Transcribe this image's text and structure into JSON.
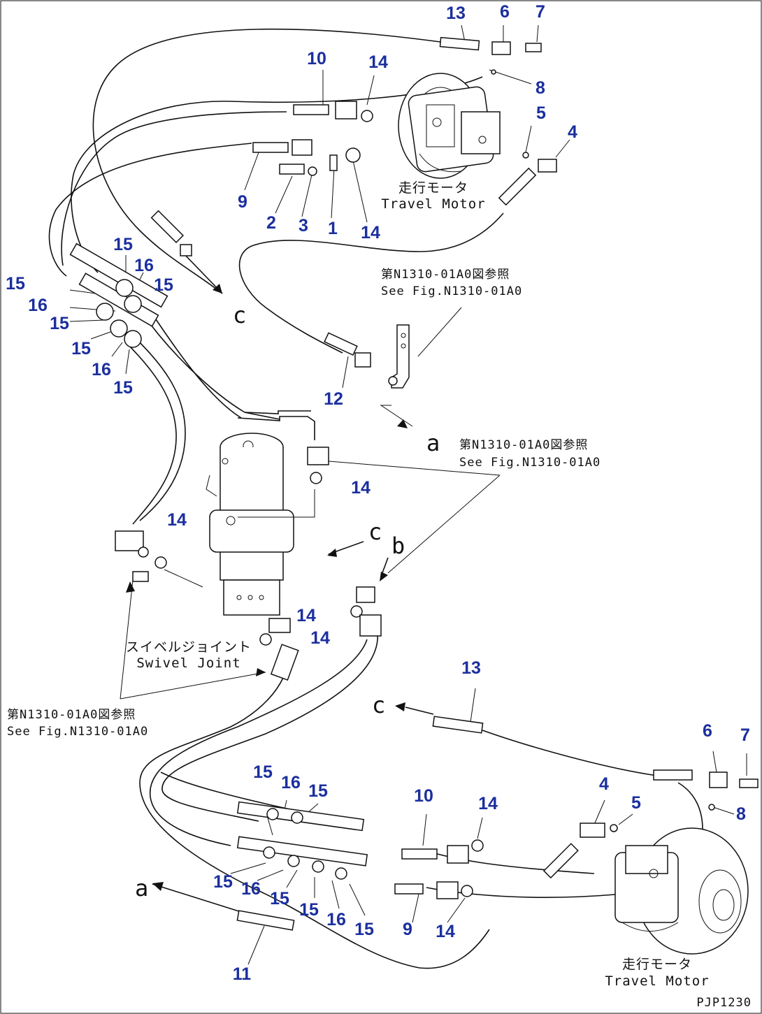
{
  "callouts": {
    "c13a": "13",
    "c6a": "6",
    "c7a": "7",
    "c10a": "10",
    "c14a": "14",
    "c8a": "8",
    "c5a": "5",
    "c4a": "4",
    "c9a": "9",
    "c2a": "2",
    "c3a": "3",
    "c1a": "1",
    "c14b": "14",
    "c15a": "15",
    "c16a": "16",
    "c15b": "15",
    "c15c": "15",
    "c16b": "16",
    "c15d": "15",
    "c15e": "15",
    "c16c": "16",
    "c15f": "15",
    "c12a": "12",
    "c14c": "14",
    "c14d": "14",
    "c14e": "14",
    "c14f": "14",
    "c13b": "13",
    "c6b": "6",
    "c7b": "7",
    "c15g": "15",
    "c16d": "16",
    "c15h": "15",
    "c10b": "10",
    "c14g": "14",
    "c4b": "4",
    "c5b": "5",
    "c8b": "8",
    "c15i": "15",
    "c16e": "16",
    "c15j": "15",
    "c15k": "15",
    "c16f": "16",
    "c15l": "15",
    "c9b": "9",
    "c14h": "14",
    "c11a": "11"
  },
  "notes": {
    "motor_top_jp": "走行モータ",
    "motor_top_en": "Travel Motor",
    "ref_top_jp": "第N1310-01A0図参照",
    "ref_top_en": "See Fig.N1310-01A0",
    "ref_mid_jp": "第N1310-01A0図参照",
    "ref_mid_en": "See Fig.N1310-01A0",
    "swivel_jp": "スイベルジョイント",
    "swivel_en": "Swivel Joint",
    "ref_left_jp": "第N1310-01A0図参照",
    "ref_left_en": "See Fig.N1310-01A0",
    "motor_bot_jp": "走行モータ",
    "motor_bot_en": "Travel Motor",
    "letter_c1": "c",
    "letter_a1": "a",
    "letter_c2": "c",
    "letter_b1": "b",
    "letter_c3": "c",
    "letter_a2": "a",
    "figure_code": "PJP1230"
  },
  "colors": {
    "callout": "#1b2f9e",
    "line": "#111111"
  }
}
